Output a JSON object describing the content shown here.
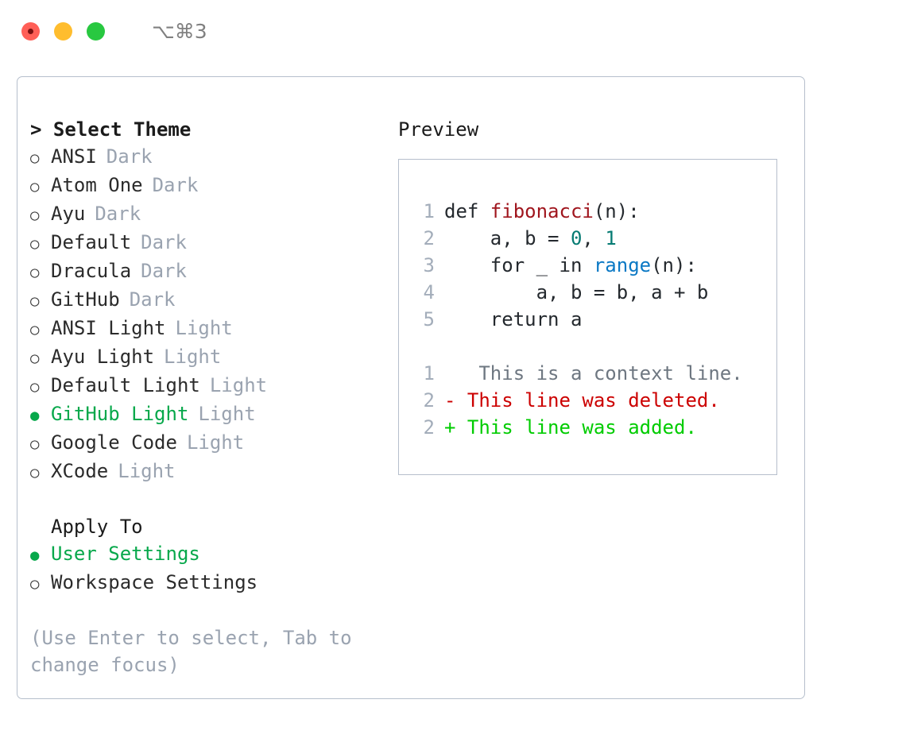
{
  "window": {
    "traffic_lights": [
      "close",
      "minimize",
      "maximize"
    ],
    "shortcut": "⌥⌘3",
    "accent_green": "#07a84b",
    "border_color": "#b6bfcc"
  },
  "theme_panel": {
    "header": "> Select Theme",
    "options": [
      {
        "marker": "○",
        "name": "ANSI",
        "tag": "Dark",
        "selected": false
      },
      {
        "marker": "○",
        "name": "Atom One",
        "tag": "Dark",
        "selected": false
      },
      {
        "marker": "○",
        "name": "Ayu",
        "tag": "Dark",
        "selected": false
      },
      {
        "marker": "○",
        "name": "Default",
        "tag": "Dark",
        "selected": false
      },
      {
        "marker": "○",
        "name": "Dracula",
        "tag": "Dark",
        "selected": false
      },
      {
        "marker": "○",
        "name": "GitHub",
        "tag": "Dark",
        "selected": false
      },
      {
        "marker": "○",
        "name": "ANSI Light",
        "tag": "Light",
        "selected": false
      },
      {
        "marker": "○",
        "name": "Ayu Light",
        "tag": "Light",
        "selected": false
      },
      {
        "marker": "○",
        "name": "Default Light",
        "tag": "Light",
        "selected": false
      },
      {
        "marker": "●",
        "name": "GitHub Light",
        "tag": "Light",
        "selected": true
      },
      {
        "marker": "○",
        "name": "Google Code",
        "tag": "Light",
        "selected": false
      },
      {
        "marker": "○",
        "name": "XCode",
        "tag": "Light",
        "selected": false
      }
    ]
  },
  "apply_to": {
    "header": "Apply To",
    "options": [
      {
        "marker": "●",
        "name": "User Settings",
        "selected": true
      },
      {
        "marker": "○",
        "name": "Workspace Settings",
        "selected": false
      }
    ]
  },
  "hint": "(Use Enter to select, Tab to change focus)",
  "preview": {
    "title": "Preview",
    "code_lines": [
      {
        "number": "1",
        "tokens": [
          {
            "text": "def ",
            "style": "plain"
          },
          {
            "text": "fibonacci",
            "style": "fn"
          },
          {
            "text": "(n):",
            "style": "plain"
          }
        ]
      },
      {
        "number": "2",
        "tokens": [
          {
            "text": "    a, b = ",
            "style": "plain"
          },
          {
            "text": "0",
            "style": "num"
          },
          {
            "text": ", ",
            "style": "plain"
          },
          {
            "text": "1",
            "style": "num"
          }
        ]
      },
      {
        "number": "3",
        "tokens": [
          {
            "text": "    for _ in ",
            "style": "plain"
          },
          {
            "text": "range",
            "style": "call"
          },
          {
            "text": "(n):",
            "style": "plain"
          }
        ]
      },
      {
        "number": "4",
        "tokens": [
          {
            "text": "        a, b = b, a + b",
            "style": "plain"
          }
        ]
      },
      {
        "number": "5",
        "tokens": [
          {
            "text": "    return a",
            "style": "plain"
          }
        ]
      }
    ],
    "diff_lines": [
      {
        "number": "1",
        "sign": " ",
        "text": "  This is a context line.",
        "kind": "context"
      },
      {
        "number": "2",
        "sign": "-",
        "text": " This line was deleted.",
        "kind": "deleted"
      },
      {
        "number": "2",
        "sign": "+",
        "text": " This line was added.",
        "kind": "added"
      }
    ]
  }
}
